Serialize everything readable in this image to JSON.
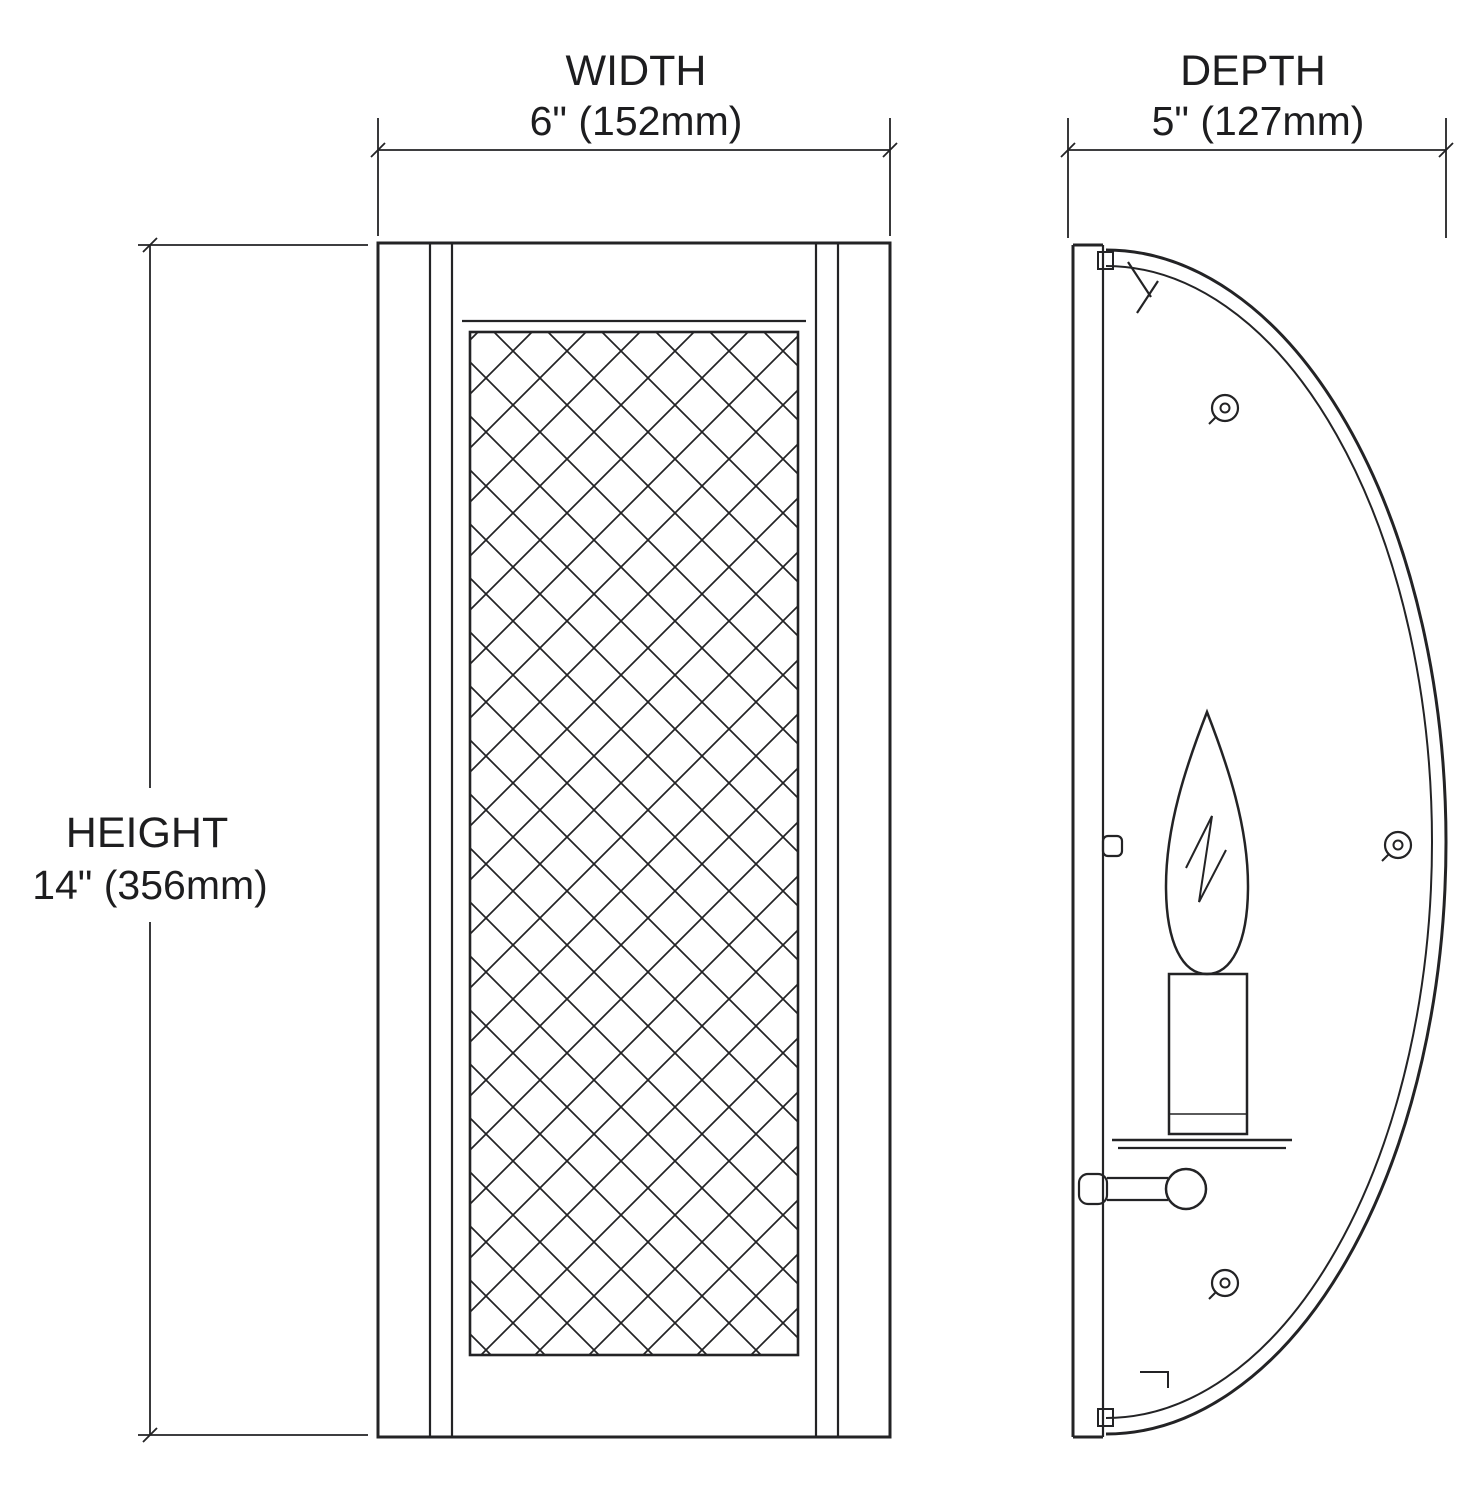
{
  "page": {
    "ink_color": "#232325",
    "background_color": "#ffffff"
  },
  "dimensions": {
    "width": {
      "label": "WIDTH",
      "value": "6\" (152mm)"
    },
    "depth": {
      "label": "DEPTH",
      "value": "5\" (127mm)"
    },
    "height": {
      "label": "HEIGHT",
      "value": "14\" (356mm)"
    }
  }
}
